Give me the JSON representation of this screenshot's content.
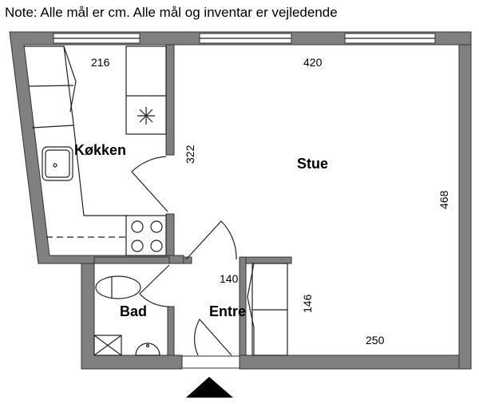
{
  "note": "Note: Alle mål er cm. Alle mål og inventar er vejledende",
  "rooms": {
    "kitchen": "Køkken",
    "living": "Stue",
    "bath": "Bad",
    "entry": "Entre"
  },
  "dimensions": {
    "kitchen_width": "216",
    "living_width": "420",
    "kitchen_depth": "322",
    "living_depth": "468",
    "entry_width": "140",
    "entry_depth": "146",
    "living_lower": "250"
  },
  "colors": {
    "wall": "#808080"
  },
  "icons": {
    "entrance": "entrance-arrow-icon"
  }
}
